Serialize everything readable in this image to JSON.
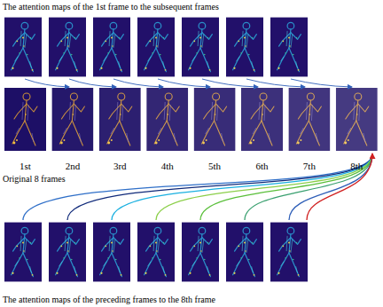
{
  "diagram": {
    "title": "The attention maps of the 1st frame to the subsequent frames",
    "caption": "The attention maps of the preceding frames to the 8th frame",
    "nodes": [
      {
        "text": [
          "1st"
        ]
      },
      {
        "text": [
          "2nd"
        ]
      },
      {
        "text": [
          "3rd"
        ]
      },
      {
        "text": [
          "4th"
        ]
      },
      {
        "text": [
          "5th"
        ]
      },
      {
        "text": [
          "6th"
        ]
      },
      {
        "text": [
          "7th"
        ]
      },
      {
        "text": [
          "8th"
        ]
      }
    ],
    "labels": [
      "Original 8 frames"
    ]
  }
}
